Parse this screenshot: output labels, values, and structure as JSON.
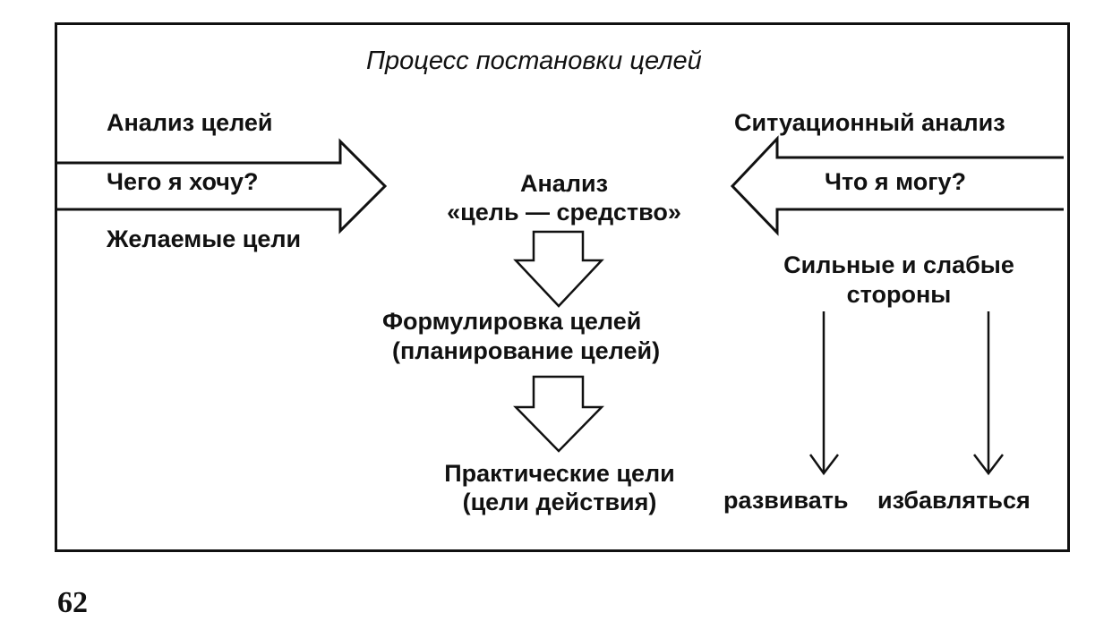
{
  "diagram": {
    "title": "Процесс постановки целей",
    "left": {
      "heading": "Анализ целей",
      "arrow_text": "Чего я хочу?",
      "bottom": "Желаемые цели"
    },
    "right": {
      "heading": "Ситуационный анализ",
      "arrow_text": "Что я могу?",
      "strengths_line1": "Сильные и слабые",
      "strengths_line2": "стороны",
      "develop": "развивать",
      "get_rid": "избавляться"
    },
    "center": {
      "analysis_line1": "Анализ",
      "analysis_line2": "«цель — средство»",
      "formulation_line1": "Формулировка целей",
      "formulation_line2": "(планирование целей)",
      "practical_line1": "Практические цели",
      "practical_line2": "(цели действия)"
    }
  },
  "page_number": "62"
}
